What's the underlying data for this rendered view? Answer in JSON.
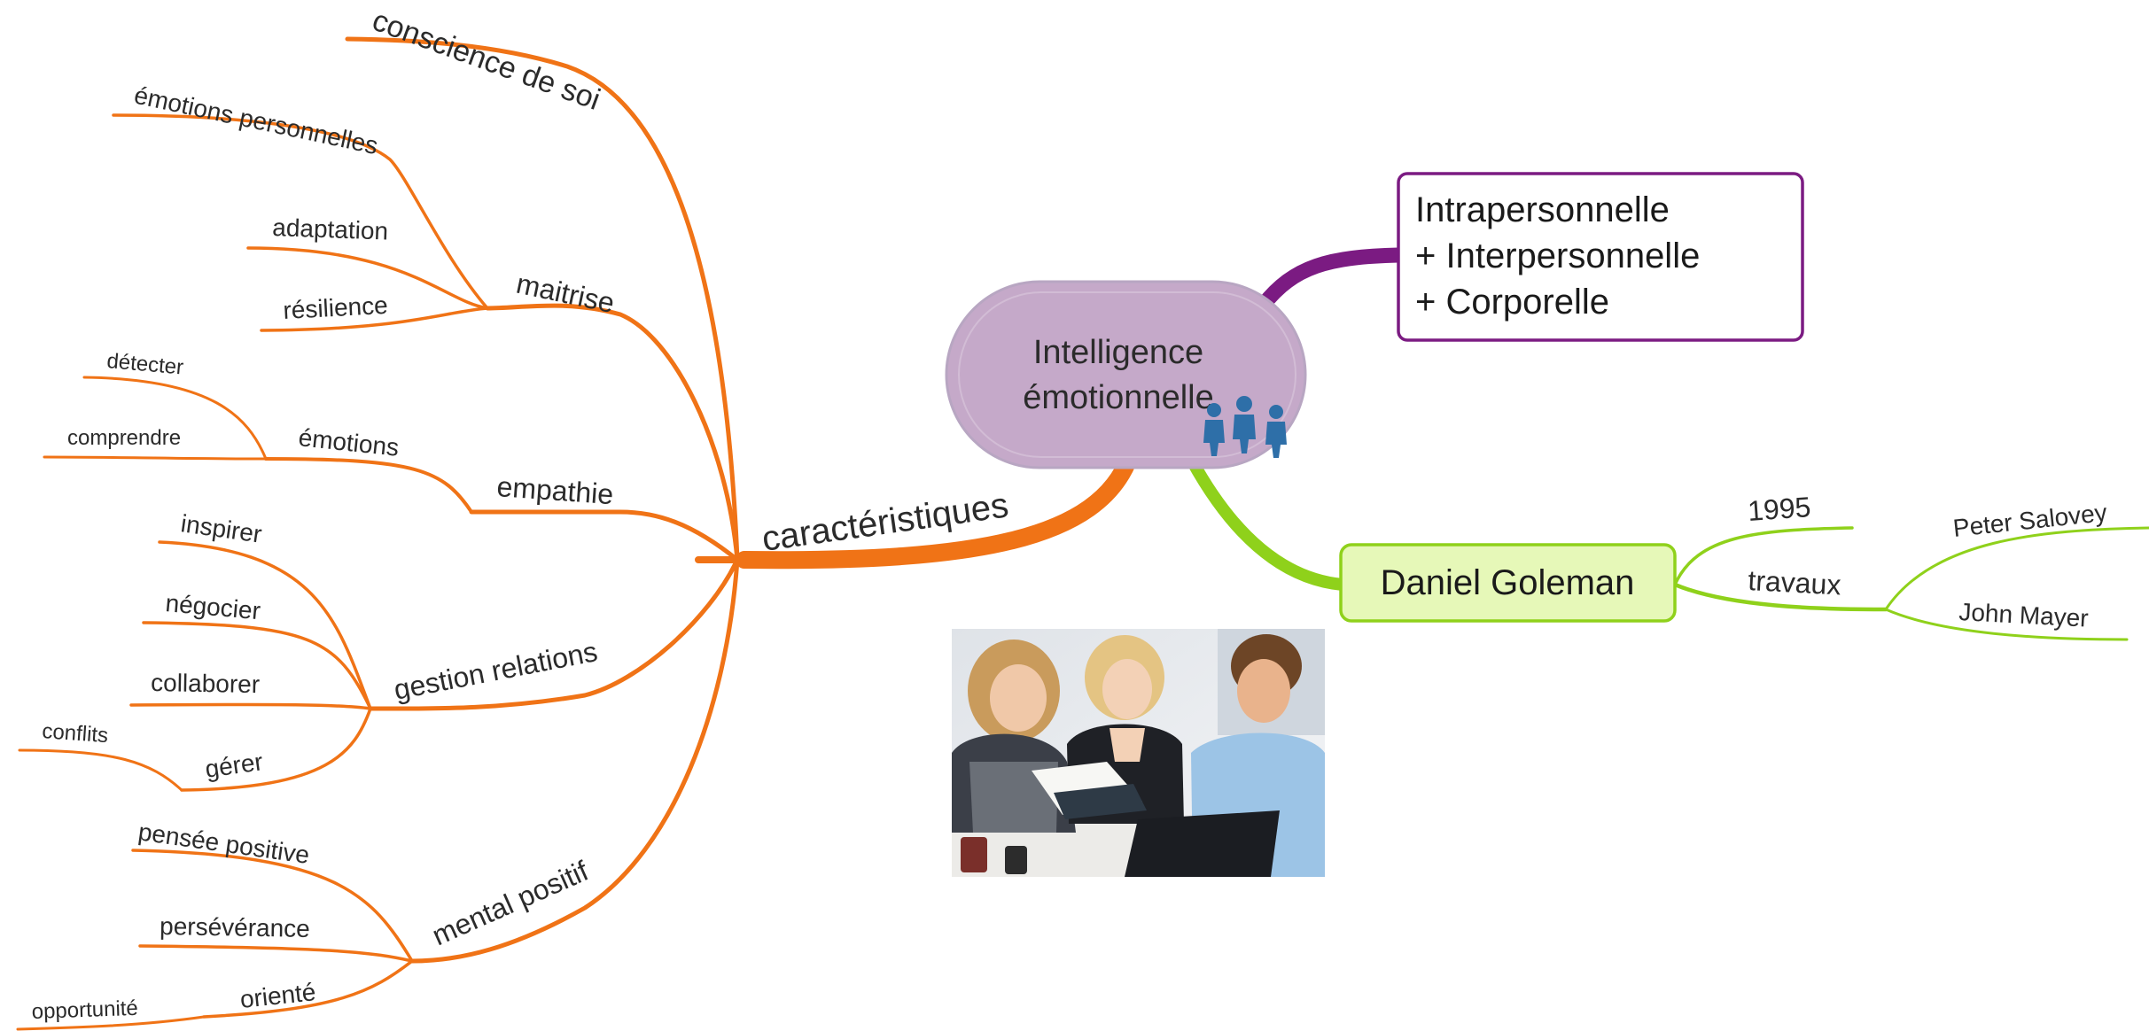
{
  "center": {
    "title_line1": "Intelligence",
    "title_line2": "émotionnelle",
    "icon": "people-group-icon"
  },
  "branches": {
    "caracteristiques": {
      "label": "caractéristiques",
      "color": "#f07316",
      "conscience": "conscience de soi",
      "maitrise": {
        "label": "maitrise",
        "items": [
          "émotions personnelles",
          "adaptation",
          "résilience"
        ]
      },
      "empathie": {
        "label": "empathie",
        "emotions": "émotions",
        "emotion_items": [
          "détecter",
          "comprendre"
        ]
      },
      "gestion": {
        "label": "gestion relations",
        "items": [
          "inspirer",
          "négocier",
          "collaborer"
        ],
        "gerer": "gérer",
        "conflits": "conflits"
      },
      "mental": {
        "label": "mental positif",
        "items": [
          "pensée positive",
          "persévérance"
        ],
        "oriente": "orienté",
        "opportunite": "opportunité"
      }
    },
    "intra": {
      "color": "#7b1b82",
      "lines": [
        "Intrapersonnelle",
        "+ Interpersonnelle",
        "+ Corporelle"
      ]
    },
    "goleman": {
      "color": "#8fd11b",
      "label": "Daniel Goleman",
      "year": "1995",
      "travaux": "travaux",
      "authors": [
        "Peter Salovey",
        "John Mayer"
      ]
    }
  },
  "photo": {
    "name": "students-reading-photo"
  }
}
